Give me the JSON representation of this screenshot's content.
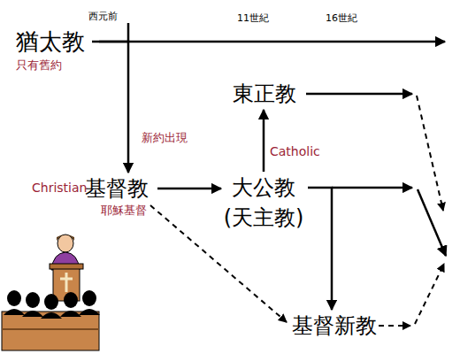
{
  "diagram": {
    "nodes": [
      {
        "text": [
          "猶太教"
        ]
      },
      {
        "text": [
          "基督教"
        ]
      },
      {
        "text": [
          "東正教"
        ]
      },
      {
        "text": [
          "大公教 (天主教)"
        ]
      },
      {
        "text": [
          "基督新教"
        ]
      }
    ],
    "edges": [
      {
        "from": 0,
        "to": 1,
        "arrow": "to",
        "label": "新約出現"
      },
      {
        "from": 1,
        "to": 3,
        "arrow": "to"
      },
      {
        "from": 3,
        "to": 2,
        "arrow": "to",
        "label": "Catholic"
      },
      {
        "from": 3,
        "to": 4,
        "arrow": "to"
      },
      {
        "from": 1,
        "to": 4,
        "arrow": "to"
      }
    ],
    "labels": [
      "只有舊約",
      "西元前",
      "11世紀",
      "16世紀",
      "Christian",
      "耶穌基督"
    ]
  }
}
